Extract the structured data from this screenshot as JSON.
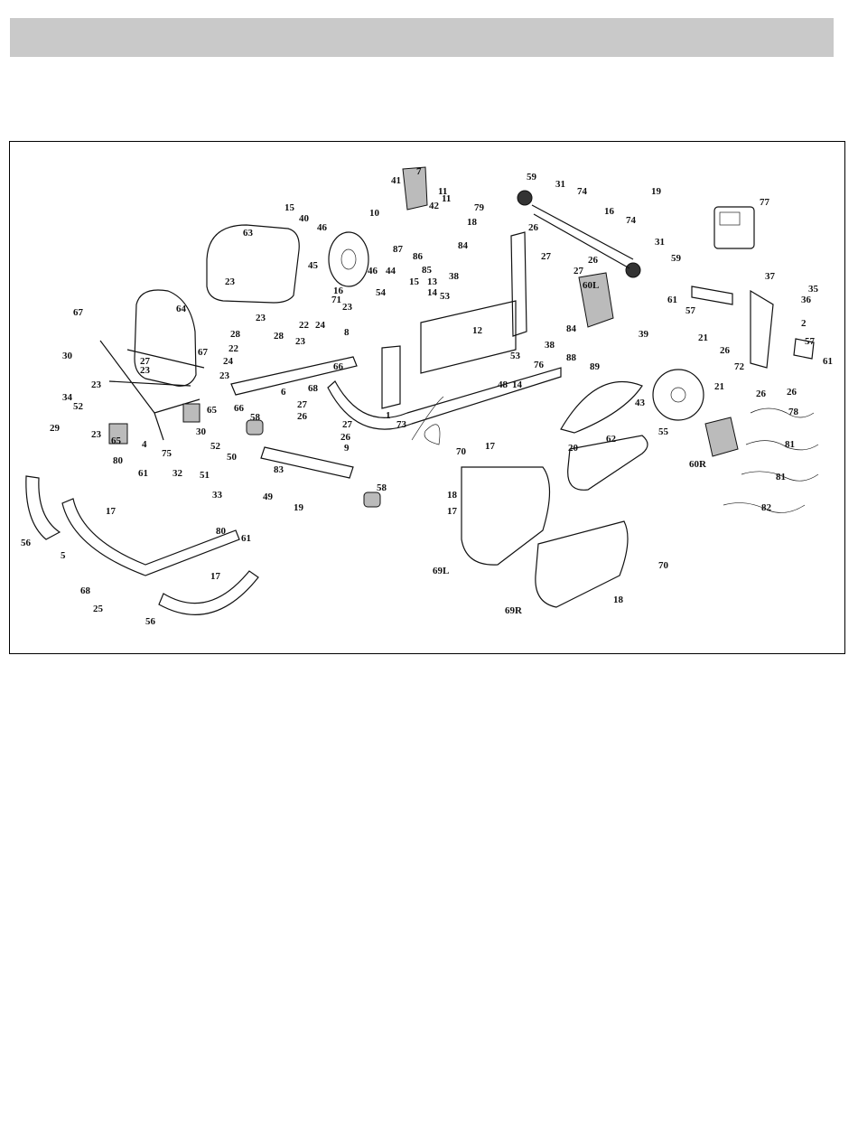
{
  "header": {
    "title": ""
  },
  "diagram": {
    "labels": [
      "7",
      "41",
      "11",
      "11",
      "42",
      "10",
      "15",
      "40",
      "46",
      "63",
      "45",
      "87",
      "86",
      "85",
      "84",
      "38",
      "59",
      "31",
      "74",
      "16",
      "19",
      "79",
      "18",
      "26",
      "27",
      "27",
      "26",
      "74",
      "31",
      "59",
      "77",
      "46",
      "44",
      "15",
      "13",
      "14",
      "53",
      "54",
      "16",
      "71",
      "23",
      "8",
      "22",
      "24",
      "23",
      "67",
      "64",
      "23",
      "23",
      "28",
      "28",
      "67",
      "27",
      "23",
      "30",
      "52",
      "34",
      "23",
      "22",
      "24",
      "23",
      "66",
      "6",
      "66",
      "68",
      "27",
      "26",
      "27",
      "26",
      "1",
      "29",
      "23",
      "65",
      "4",
      "65",
      "30",
      "75",
      "52",
      "50",
      "32",
      "51",
      "58",
      "9",
      "83",
      "33",
      "49",
      "80",
      "61",
      "56",
      "17",
      "5",
      "19",
      "58",
      "60L",
      "84",
      "38",
      "88",
      "89",
      "39",
      "53",
      "48",
      "14",
      "76",
      "12",
      "73",
      "70",
      "17",
      "18",
      "17",
      "62",
      "20",
      "43",
      "55",
      "60R",
      "57",
      "61",
      "37",
      "35",
      "36",
      "2",
      "21",
      "26",
      "72",
      "57",
      "61",
      "21",
      "26",
      "26",
      "78",
      "81",
      "81",
      "82",
      "69L",
      "70",
      "69R",
      "18",
      "80",
      "61",
      "17",
      "68",
      "25",
      "56"
    ]
  }
}
